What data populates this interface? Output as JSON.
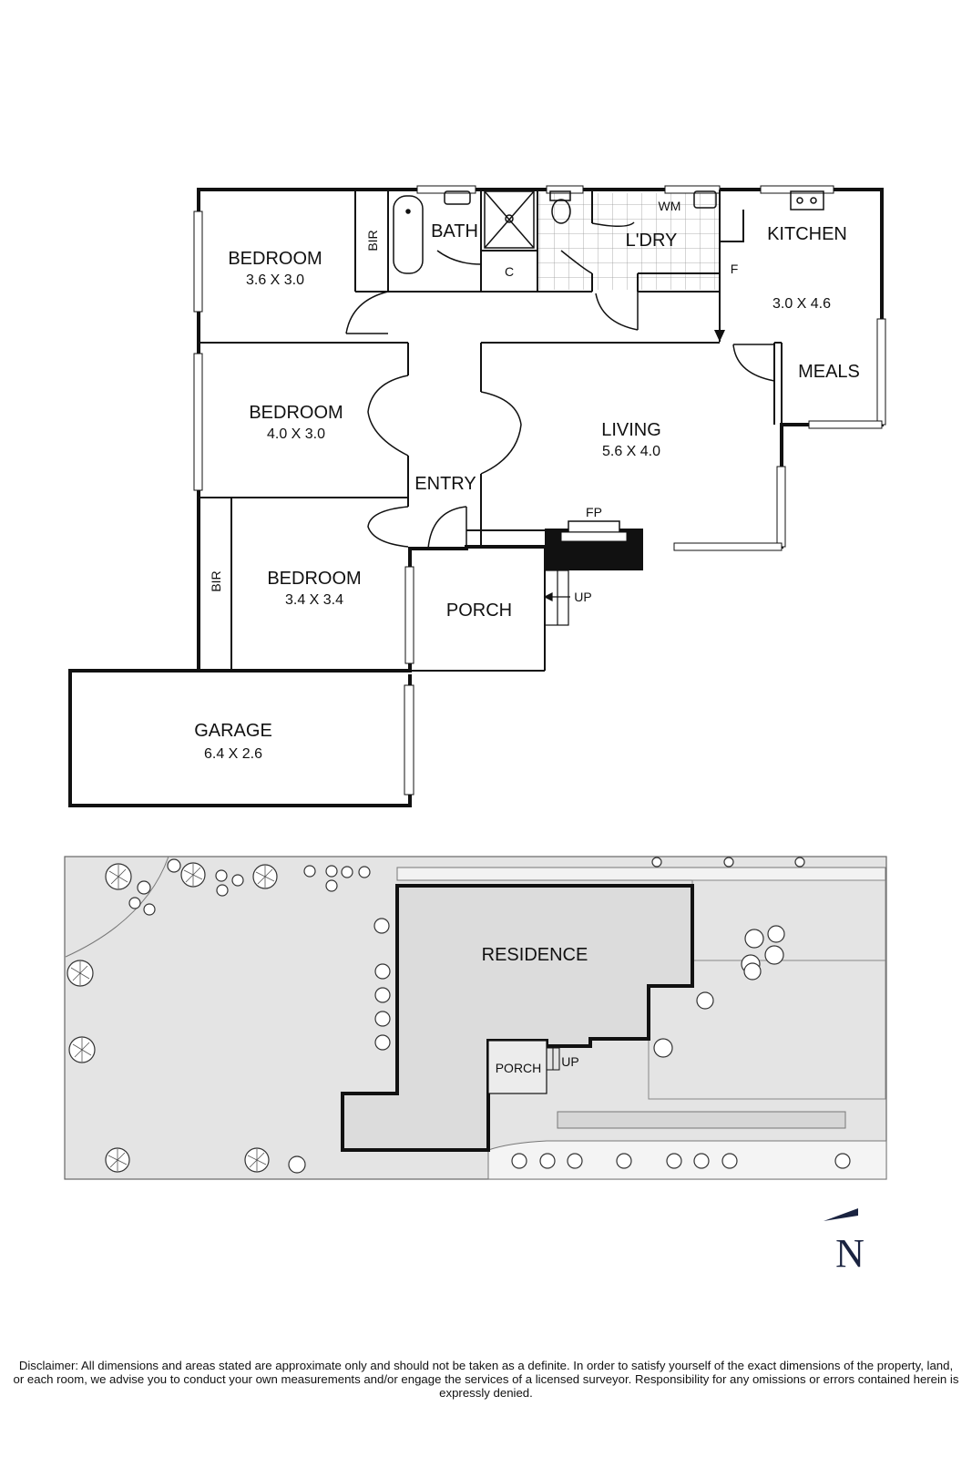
{
  "floorplan": {
    "rooms": [
      {
        "id": "bedroom1",
        "name": "BEDROOM",
        "dims": "3.6 X 3.0"
      },
      {
        "id": "bedroom2",
        "name": "BEDROOM",
        "dims": "4.0 X 3.0"
      },
      {
        "id": "bedroom3",
        "name": "BEDROOM",
        "dims": "3.4 X 3.4"
      },
      {
        "id": "bath",
        "name": "BATH"
      },
      {
        "id": "laundry",
        "name": "L'DRY"
      },
      {
        "id": "kitchen",
        "name": "KITCHEN",
        "dims": "3.0 X 4.6"
      },
      {
        "id": "meals",
        "name": "MEALS"
      },
      {
        "id": "living",
        "name": "LIVING",
        "dims": "5.6 X 4.0"
      },
      {
        "id": "entry",
        "name": "ENTRY"
      },
      {
        "id": "porch",
        "name": "PORCH"
      },
      {
        "id": "garage",
        "name": "GARAGE",
        "dims": "6.4 X 2.6"
      }
    ],
    "fixtures": {
      "bir1": "BIR",
      "bir2": "BIR",
      "cupboard": "C",
      "washing_machine": "WM",
      "fridge": "F",
      "fireplace": "FP",
      "steps_up": "UP"
    }
  },
  "siteplan": {
    "building": "RESIDENCE",
    "porch": "PORCH",
    "steps_up": "UP"
  },
  "compass": {
    "label": "N"
  },
  "disclaimer": "Disclaimer: All dimensions and areas stated are approximate only and should not be taken as a definite. In order to satisfy yourself of the exact dimensions of the property, land, or each room, we advise you to conduct your own measurements and/or engage the services of a licensed surveyor. Responsibility for any omissions or errors contained herein is expressly denied."
}
